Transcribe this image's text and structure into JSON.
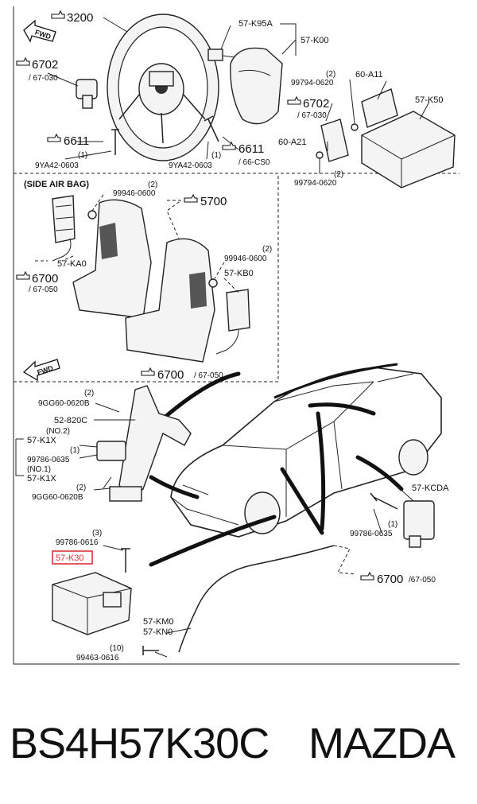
{
  "labels": {
    "ref_3200": "3200",
    "fwd_top": "FWD",
    "k95a": "57-K95A",
    "k00": "57-K00",
    "ref_6702_left": "6702",
    "sub_67030_left": "/ 67-030",
    "ref_6611_left": "6611",
    "qty_1_left": "(1)",
    "bolt_9ya42_left": "9YA42-0603",
    "qty_1_mid": "(1)",
    "bolt_9ya42_mid": "9YA42-0603",
    "ref_6611_mid": "6611",
    "sub_66cs0": "/ 66-CS0",
    "qty_2_a": "(2)",
    "bolt_99794_top": "99794-0620",
    "a11": "60-A11",
    "k50": "57-K50",
    "ref_6702_right": "6702",
    "sub_67030_right": "/ 67-030",
    "a21": "60-A21",
    "qty_2_b": "(2)",
    "bolt_99794_bot": "99794-0620",
    "side_air_bag": "(SIDE AIR BAG)",
    "qty_2_c": "(2)",
    "nut_99946_top": "99946-0600",
    "ref_5700": "5700",
    "ka0": "57-KA0",
    "ref_6700_left": "6700",
    "sub_67050_left": "/ 67-050",
    "qty_2_d": "(2)",
    "nut_99946_bot": "99946-0600",
    "kb0": "57-KB0",
    "fwd_mid": "FWD",
    "ref_6700_mid": "6700",
    "sub_67050_mid": "/ 67-050",
    "qty_2_e": "(2)",
    "bolt_9gg60_top": "9GG60-0620B",
    "c820": "52-820C",
    "no2": "(NO.2)",
    "k1x_top": "57-K1X",
    "qty_1_e": "(1)",
    "bolt_99786_a": "99786-0635",
    "no1": "(NO.1)",
    "k1x_bot": "57-K1X",
    "qty_2_f": "(2)",
    "bolt_9gg60_bot": "9GG60-0620B",
    "kcda": "57-KCDA",
    "qty_1_f": "(1)",
    "bolt_99786_b": "99786-0635",
    "qty_3": "(3)",
    "bolt_99786_c": "99786-0616",
    "k30": "57-K30",
    "ref_6700_right": "6700",
    "sub_67050_right": "/67-050",
    "km0": "57-KM0",
    "kn0": "57-KN0",
    "qty_10": "(10)",
    "bolt_99463": "99463-0616"
  },
  "caption": {
    "part_number": "BS4H57K30C",
    "brand": "MAZDA"
  },
  "colors": {
    "highlight": "#e0303a",
    "line": "#222222"
  },
  "icons": {
    "ref_marker": "page-reference-hand-icon",
    "fwd_arrow": "forward-arrow-icon"
  }
}
